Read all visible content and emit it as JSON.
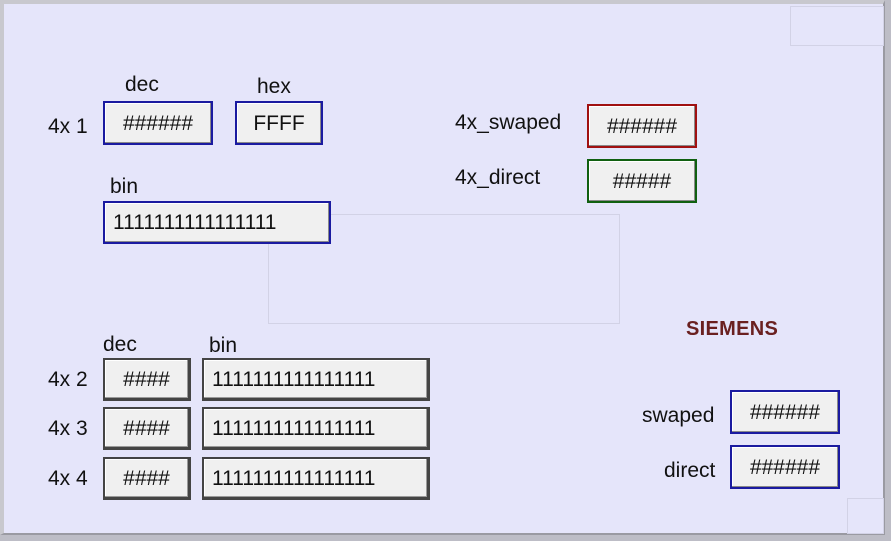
{
  "group1": {
    "row_label": "4x 1",
    "dec_header": "dec",
    "hex_header": "hex",
    "bin_header": "bin",
    "dec_value": "######",
    "hex_value": "FFFF",
    "bin_value": "1111111111111111"
  },
  "right_top": {
    "swaped_label": "4x_swaped",
    "swaped_value": "######",
    "direct_label": "4x_direct",
    "direct_value": "#####"
  },
  "brand": {
    "text": "SIEMENS",
    "color": "#6a2020"
  },
  "group2": {
    "dec_header": "dec",
    "bin_header": "bin",
    "rows": [
      {
        "label": "4x 2",
        "dec": "####",
        "bin": "1111111111111111"
      },
      {
        "label": "4x 3",
        "dec": "####",
        "bin": "1111111111111111"
      },
      {
        "label": "4x 4",
        "dec": "####",
        "bin": "1111111111111111"
      }
    ]
  },
  "right_bottom": {
    "swaped_label": "swaped",
    "swaped_value": "######",
    "direct_label": "direct",
    "direct_value": "######"
  },
  "colors": {
    "background": "#e5e5fa",
    "field_border_blue": "#1a1aa0",
    "field_border_red": "#a01010",
    "field_border_green": "#106010"
  }
}
